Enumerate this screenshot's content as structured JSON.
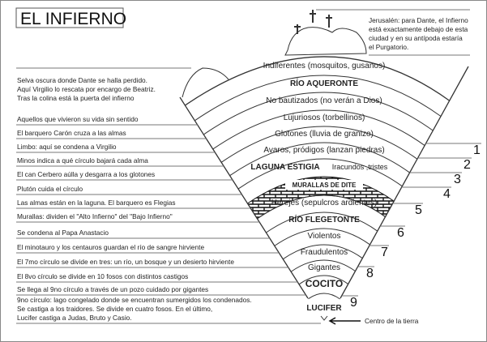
{
  "title": "EL INFIERNO",
  "jerusalem_note": [
    "Jerusalén: para Dante, el Infierno",
    "está exactamente debajo de esta",
    "ciudad y en su antípoda estaría",
    "el Purgatorio."
  ],
  "selva_note": [
    "Selva oscura donde Dante se halla perdido.",
    "Aquí Virgilio lo rescata por encargo de Beatriz.",
    "Tras la colina está la puerta del infierno"
  ],
  "left_notes": [
    "Aquellos que vivieron su vida sin sentido",
    "El barquero Carón cruza a las almas",
    "Limbo: aquí se condena a Virgilio",
    "Minos indica a qué círculo bajará cada alma",
    "El can Cerbero aúlla y desgarra a los glotones",
    "Plutón cuida el círculo",
    "Las almas están en la laguna. El barquero es Flegias",
    "Murallas: dividen el \"Alto Infierno\" del \"Bajo Infierno\"",
    "Se condena al Papa Anastacio",
    "El minotauro y los centauros guardan el río de sangre hirviente",
    "El 7mo círculo se divide en tres: un río, un bosque y un desierto hirviente",
    "El 8vo círculo se divide en 10 fosos con distintos castigos",
    "Se llega al 9no círculo a través de un pozo cuidado por gigantes"
  ],
  "ninth_note": [
    "9no círculo: lago congelado donde se encuentran sumergidos los condenados.",
    "Se castiga a los traidores. Se divide en cuatro fosos. En el último,",
    "Lucifer castiga a Judas, Bruto y Casio."
  ],
  "rings": {
    "indiferentes": "Indiferentes (mosquitos, gusanos)",
    "aqueronte": "RÍO AQUERONTE",
    "no_bautizados": "No bautizados (no verán a Dios)",
    "lujuriosos": "Lujuriosos (torbellinos)",
    "glotones": "Glotones (lluvia de granizo)",
    "avaros": "Avaros, pródigos (lanzan piedras)",
    "estigia": "LAGUNA ESTIGIA",
    "iracundos": "Iracundos ,tristes",
    "murallas": "MURALLAS DE DITE",
    "herejes": "Herejes (sepulcros ardientes)",
    "flegetonte": "RÍO FLEGETONTE",
    "violentos": "Violentos",
    "fraudulentos": "Fraudulentos",
    "gigantes": "Gigantes",
    "cocito": "COCITO",
    "lucifer": "LUCIFER"
  },
  "circle_numbers": [
    "1",
    "2",
    "3",
    "4",
    "5",
    "6",
    "7",
    "8",
    "9"
  ],
  "center_label": "Centro de la tierra"
}
